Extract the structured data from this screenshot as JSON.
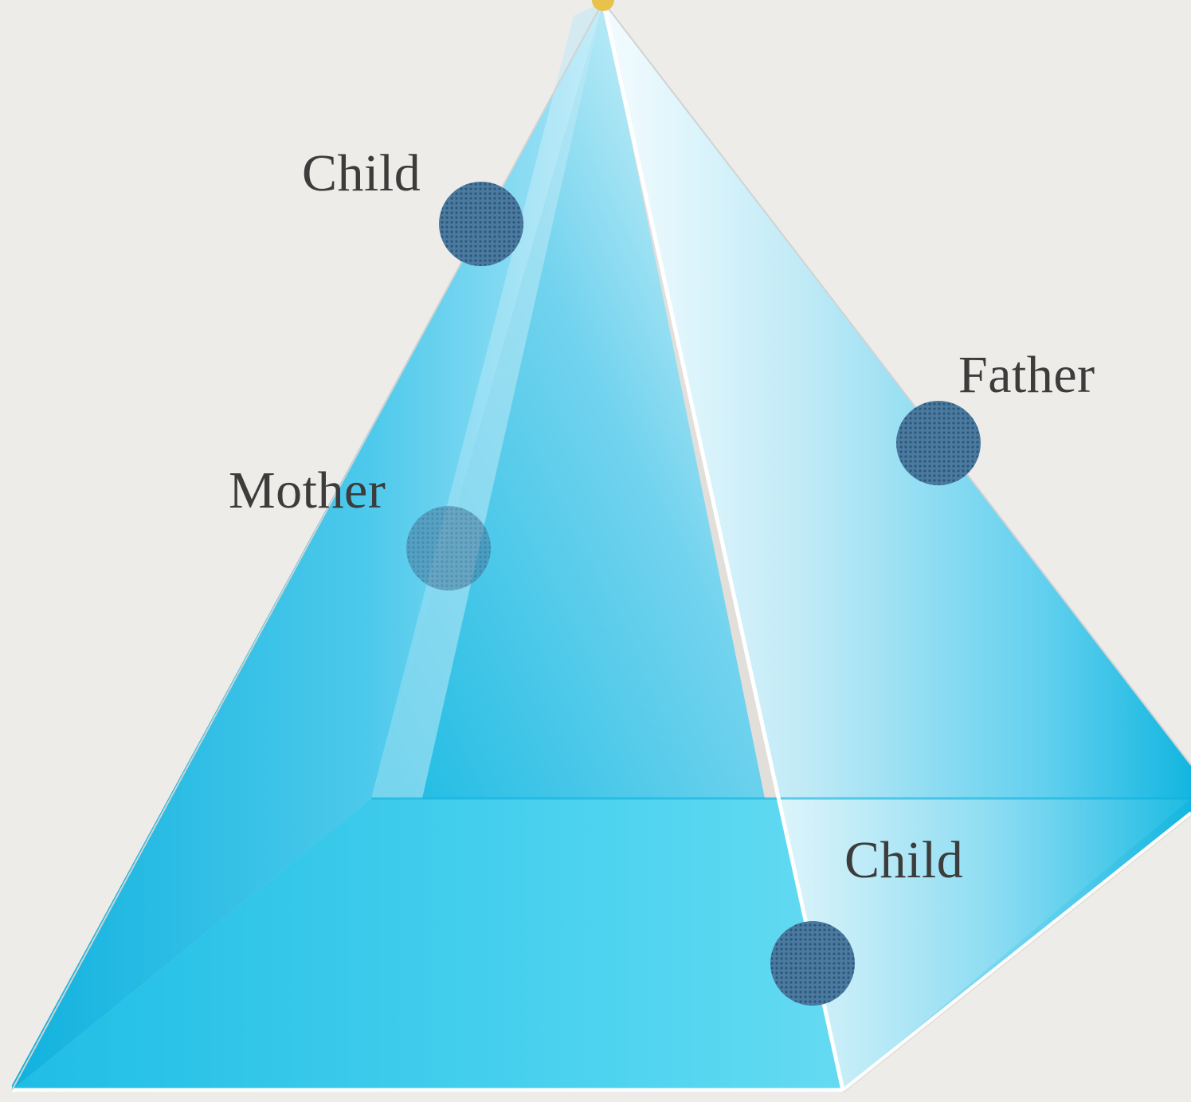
{
  "diagram": {
    "shape": "pyramid",
    "colors": {
      "background": "#efede9",
      "face_primary": "#2ec3e6",
      "face_light": "#bdeaf6",
      "face_highlight": "#ffffff",
      "node": "#3f6f94",
      "text": "#3c3c3c",
      "apex_marker": "#e8c24a"
    },
    "nodes": [
      {
        "id": "child-top",
        "label": "Child",
        "translucent": false
      },
      {
        "id": "father",
        "label": "Father",
        "translucent": false
      },
      {
        "id": "mother",
        "label": "Mother",
        "translucent": true
      },
      {
        "id": "child-bottom",
        "label": "Child",
        "translucent": false
      }
    ]
  }
}
